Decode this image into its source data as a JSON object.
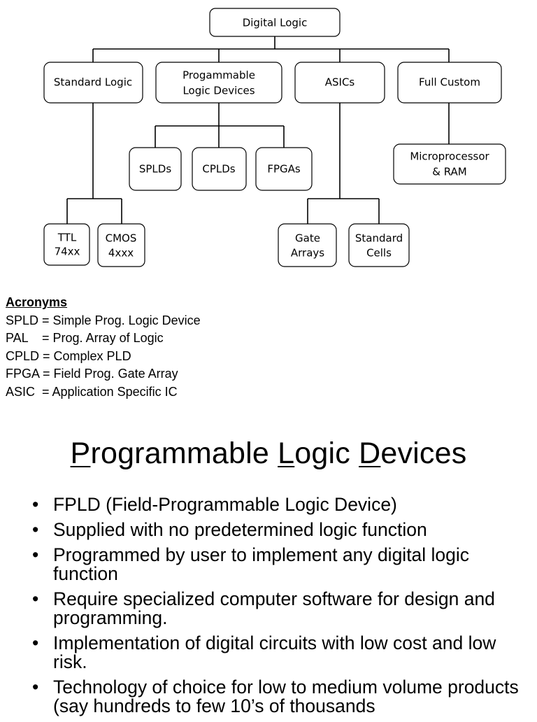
{
  "diagram": {
    "root": "Digital Logic",
    "categories": {
      "standard_logic": "Standard Logic",
      "pld": [
        "Progammable",
        "Logic Devices"
      ],
      "asics": "ASICs",
      "full_custom": "Full Custom"
    },
    "pld_children": {
      "splds": "SPLDs",
      "cplds": "CPLDs",
      "fpgas": "FPGAs"
    },
    "full_custom_child": [
      "Microprocessor",
      "& RAM"
    ],
    "standard_children": {
      "ttl": [
        "TTL",
        "74xx"
      ],
      "cmos": [
        "CMOS",
        "4xxx"
      ]
    },
    "asic_children": {
      "gate_arrays": [
        "Gate",
        "Arrays"
      ],
      "standard_cells": [
        "Standard",
        "Cells"
      ]
    }
  },
  "acronyms": {
    "heading": "Acronyms",
    "items": [
      "SPLD = Simple Prog. Logic Device",
      "PAL    = Prog. Array of Logic",
      "CPLD = Complex PLD",
      "FPGA = Field Prog. Gate Array",
      "ASIC  = Application Specific IC"
    ]
  },
  "title": {
    "w1_initial": "P",
    "w1_rest": "rogrammable",
    "w2_initial": "L",
    "w2_rest": "ogic",
    "w3_initial": "D",
    "w3_rest": "evices"
  },
  "bullets": [
    "FPLD (Field-Programmable Logic Device)",
    "Supplied with no predetermined logic function",
    "Programmed by user to implement any digital logic function",
    "Require specialized computer software for design and programming.",
    "Implementation of digital circuits with low cost and low risk.",
    "Technology of choice for low to medium volume products (say hundreds to few 10’s of thousands"
  ]
}
